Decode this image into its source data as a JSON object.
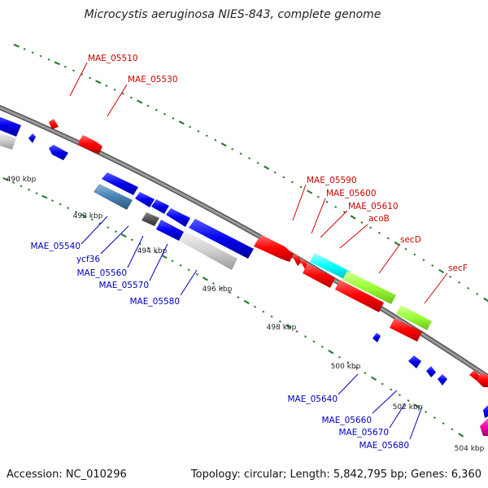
{
  "title": "Microcystis aeruginosa NIES-843, complete genome",
  "footer": {
    "accession": "Accession: NC_010296",
    "summary": "Topology: circular; Length: 5,842,795 bp; Genes: 6,360"
  },
  "colors": {
    "backbone": "#888888",
    "tick": "#2e7d32",
    "forward_label": "#cc0000",
    "reverse_label": "#0000bb",
    "red": "#ff0000",
    "blue": "#0000ee",
    "cyan": "#00ffff",
    "lime": "#99ff33",
    "grey": "#cccccc",
    "steel": "#4682b4",
    "dark": "#555555",
    "magenta": "#ee00aa"
  },
  "kbp_labels": [
    "490 kbp",
    "492 kbp",
    "494 kbp",
    "496 kbp",
    "498 kbp",
    "500 kbp",
    "502 kbp",
    "504 kbp"
  ],
  "forward_labels": [
    "MAE_05510",
    "MAE_05530",
    "MAE_05590",
    "MAE_05600",
    "MAE_05610",
    "acoB",
    "secD",
    "secF"
  ],
  "reverse_labels": [
    "MAE_05540",
    "ycf36",
    "MAE_05560",
    "MAE_05570",
    "MAE_05580",
    "MAE_05640",
    "MAE_05660",
    "MAE_05670",
    "MAE_05680"
  ]
}
